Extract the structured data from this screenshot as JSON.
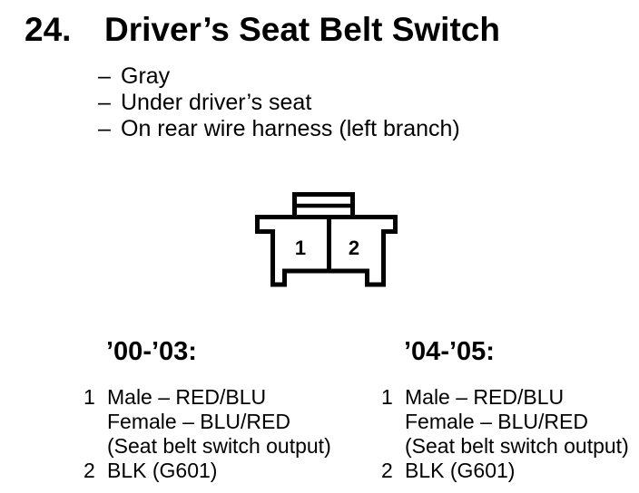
{
  "document": {
    "item_number": "24.",
    "title": "Driver’s Seat Belt Switch",
    "bullet_dash": "–",
    "bullets": [
      "Gray",
      "Under driver’s seat",
      "On rear wire harness (left branch)"
    ]
  },
  "connector": {
    "description": "2-cavity connector, front view",
    "pins": [
      "1",
      "2"
    ],
    "line_color": "#000000",
    "fill_color": "#ffffff"
  },
  "columns": [
    {
      "header": "’00-’03:",
      "entries": [
        {
          "num": "1",
          "lines": [
            "Male – RED/BLU",
            "Female – BLU/RED",
            "(Seat belt switch output)"
          ]
        },
        {
          "num": "2",
          "lines": [
            "BLK (G601)"
          ]
        }
      ]
    },
    {
      "header": "’04-’05:",
      "entries": [
        {
          "num": "1",
          "lines": [
            "Male – RED/BLU",
            "Female – BLU/RED",
            "(Seat belt switch output)"
          ]
        },
        {
          "num": "2",
          "lines": [
            "BLK (G601)"
          ]
        }
      ]
    }
  ]
}
